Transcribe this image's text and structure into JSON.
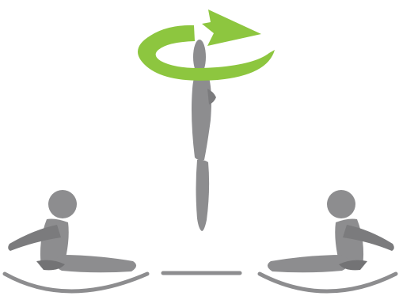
{
  "diagram": {
    "figures": [
      {
        "id": "left-figure",
        "pose": "seated-rocking",
        "icon": "person-seated-icon"
      },
      {
        "id": "center-figure",
        "pose": "vertical-spin",
        "icon": "person-spinning-icon"
      },
      {
        "id": "right-figure",
        "pose": "seated-rocking",
        "icon": "person-seated-icon"
      }
    ],
    "rotation_arrow": {
      "icon": "rotation-arrow-icon"
    },
    "floor_segments": {
      "icon": "floor-line-icon"
    },
    "colors": {
      "figure": "#8d8d8f",
      "figure_dark": "#737375",
      "arrow": "#8dc63f",
      "line": "#8d8d8f"
    }
  }
}
